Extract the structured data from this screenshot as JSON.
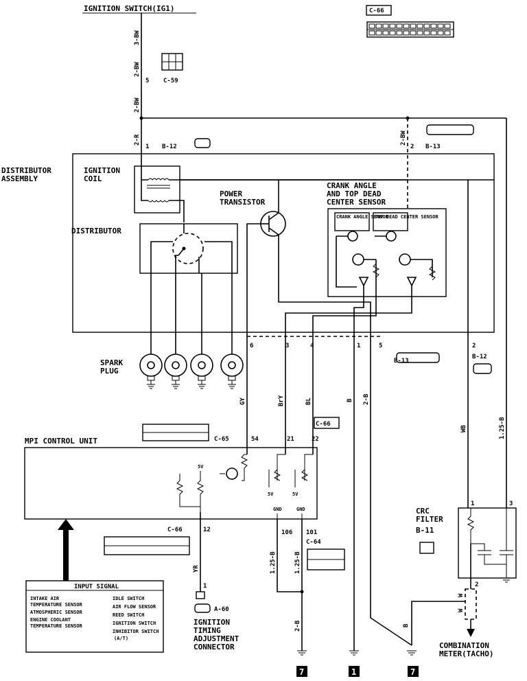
{
  "title": "IGNITION SWITCH(IG1)",
  "assembly": {
    "distributor_assembly": "DISTRIBUTOR",
    "distributor_assembly2": "ASSEMBLY",
    "ignition_coil": "IGNITION",
    "ignition_coil2": "COIL",
    "distributor": "DISTRIBUTOR",
    "power_transistor": "POWER",
    "power_transistor2": "TRANSISTOR",
    "crank_sensor": "CRANK ANGLE",
    "crank_sensor2": "AND TOP DEAD",
    "crank_sensor3": "CENTER SENSOR",
    "crank_angle_small": "CRANK ANGLE SENSOR",
    "tdc_small": "TOP DEAD CENTER SENSOR",
    "spark_plug": "SPARK",
    "spark_plug2": "PLUG"
  },
  "connectors": {
    "c66_top": "C-66",
    "c59": "C-59",
    "b12_top": "B-12",
    "b13_top": "B-13",
    "b13_mid": "B-13",
    "b12_mid": "B-12",
    "c66_mid": "C-66",
    "c65": "C-65",
    "c66_bottom": "C-66",
    "c64": "C-64",
    "a60": "A-60",
    "b11": "B-11"
  },
  "pins": {
    "p5": "5",
    "p1_b12": "1",
    "p2_b13": "2",
    "p6": "6",
    "p3": "3",
    "p4": "4",
    "p1_b13": "1",
    "p5_b13": "5",
    "p2_b12": "2",
    "p54": "54",
    "p21": "21",
    "p22": "22",
    "p12": "12",
    "p106": "106",
    "p101": "101",
    "p1_a60": "1",
    "p1_crc": "1",
    "p3_crc": "3",
    "p2_crc": "2"
  },
  "wires": {
    "w3bw": "3-BW",
    "w2bw_a": "2-BW",
    "w2bw_b": "2-BW",
    "w2r": "2-R",
    "w2bw_c": "2-BW",
    "gy": "GY",
    "bry": "BrY",
    "bl": "BL",
    "b": "B",
    "w2b": "2-B",
    "wb": "WB",
    "w125b": "1.25-B",
    "yr": "YR",
    "w125b_a": "1.25-B",
    "w125b_b": "1.25-B",
    "w2b_bot": "2-B",
    "b_bot": "B",
    "w_a": "W",
    "w_b": "W"
  },
  "ecu": {
    "name": "MPI CONTROL UNIT",
    "v5_a": "5V",
    "v5_b": "5V",
    "v5_c": "5V",
    "gnd_a": "GND",
    "gnd_b": "GND"
  },
  "input_signal": {
    "title": "INPUT SIGNAL",
    "left": [
      "INTAKE AIR",
      "TEMPERATURE SENSOR",
      "ATMOSPHERIC SENSOR",
      "ENGINE COOLANT",
      "TEMPERATURE SENSOR"
    ],
    "right": [
      "IDLE SWITCH",
      "AIR FLOW SENSOR",
      "REED SWITCH",
      "IGNITION SWITCH",
      "INHIBITOR SWITCH",
      "(A/T)"
    ]
  },
  "crc": {
    "name": "CRC",
    "name2": "FILTER"
  },
  "timing": {
    "l1": "IGNITION",
    "l2": "TIMING",
    "l3": "ADJUSTMENT",
    "l4": "CONNECTOR"
  },
  "meter": {
    "l1": "COMBINATION",
    "l2": "METER(TACHO)"
  },
  "grounds": {
    "g7a": "7",
    "g1": "1",
    "g7b": "7"
  }
}
